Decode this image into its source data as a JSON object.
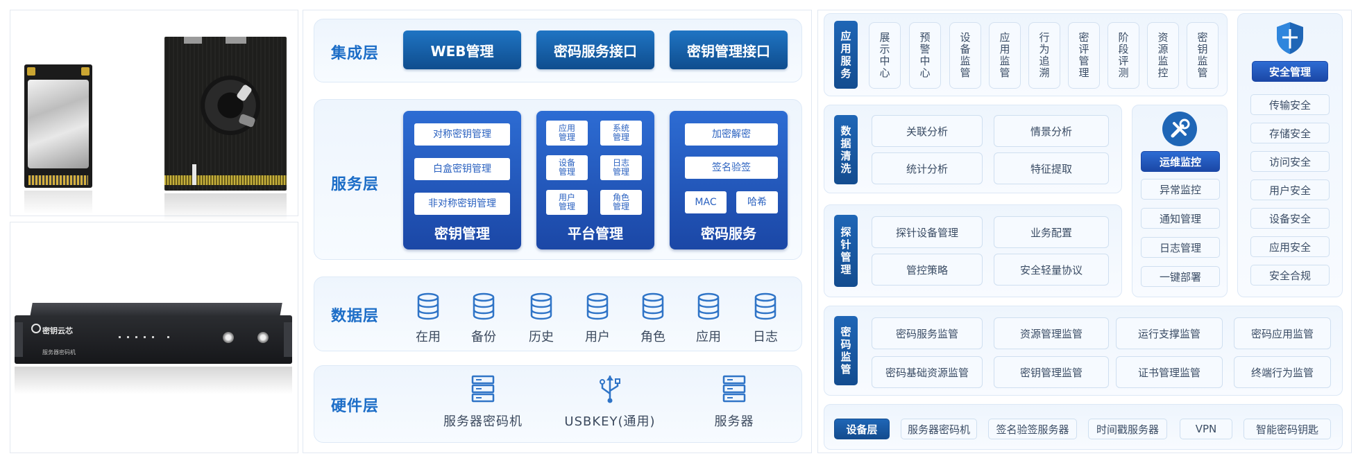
{
  "products": {
    "server_brand": "密钥云芯",
    "server_label": "服务器密码机"
  },
  "architecture": {
    "integration": {
      "title": "集成层",
      "items": [
        "WEB管理",
        "密码服务接口",
        "密钥管理接口"
      ]
    },
    "service": {
      "title": "服务层",
      "key_mgmt": {
        "name": "密钥管理",
        "items": [
          "对称密钥管理",
          "白盒密钥管理",
          "非对称密钥管理"
        ]
      },
      "platform_mgmt": {
        "name": "平台管理",
        "items": [
          "应用\n管理",
          "系统\n管理",
          "设备\n管理",
          "日志\n管理",
          "用户\n管理",
          "角色\n管理"
        ]
      },
      "crypto_service": {
        "name": "密码服务",
        "items": [
          "加密解密",
          "签名验签",
          "MAC",
          "哈希"
        ]
      }
    },
    "data": {
      "title": "数据层",
      "items": [
        "在用",
        "备份",
        "历史",
        "用户",
        "角色",
        "应用",
        "日志"
      ]
    },
    "hardware": {
      "title": "硬件层",
      "items": [
        "服务器密码机",
        "USBKEY(通用)",
        "服务器"
      ]
    }
  },
  "platform": {
    "app_service": {
      "tag": "应用服务",
      "items": [
        "展示中心",
        "预警中心",
        "设备监管",
        "应用监管",
        "行为追溯",
        "密评管理",
        "阶段评测",
        "资源监控",
        "密钥监管"
      ]
    },
    "data_cleaning": {
      "tag": "数据清洗",
      "items": [
        "关联分析",
        "情景分析",
        "统计分析",
        "特征提取"
      ]
    },
    "ops": {
      "title": "运维监控",
      "items": [
        "异常监控",
        "通知管理",
        "日志管理",
        "一键部署"
      ]
    },
    "security": {
      "title": "安全管理",
      "items": [
        "传输安全",
        "存储安全",
        "访问安全",
        "用户安全",
        "设备安全",
        "应用安全",
        "安全合规"
      ]
    },
    "probe": {
      "tag": "探针管理",
      "items": [
        "探针设备管理",
        "业务配置",
        "管控策略",
        "安全轻量协议"
      ]
    },
    "crypto_supervision": {
      "tag": "密码监管",
      "items": [
        "密码服务监管",
        "资源管理监管",
        "运行支撑监管",
        "密码应用监管",
        "密码基础资源监管",
        "密钥管理监管",
        "证书管理监管",
        "终端行为监管"
      ]
    },
    "device_layer": {
      "title": "设备层",
      "items": [
        "服务器密码机",
        "签名验签服务器",
        "时间戳服务器",
        "VPN",
        "智能密码钥匙"
      ]
    }
  },
  "colors": {
    "primary_dark": "#0f4d8e",
    "primary": "#1f74c3",
    "service_blue": "#1b47a6",
    "title_blue": "#1c6dc7",
    "panel_bg": "#eef5fd"
  }
}
